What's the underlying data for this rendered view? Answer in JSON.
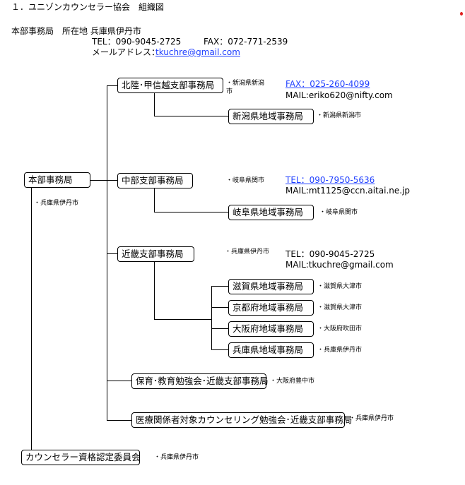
{
  "title": "１．ユニゾンカウンセラー協会　組織図",
  "hq": {
    "line1": "本部事務局　所在地 兵庫県伊丹市",
    "tel": "TEL：090-9045-2725",
    "fax": "FAX：072-771-2539",
    "email_label": "メールアドレス：",
    "email": "tkuchre@gmail.com"
  },
  "nodes": {
    "honbu": {
      "label": "本部事務局",
      "loc": "・兵庫県伊丹市"
    },
    "hokuriku": {
      "label": "北陸･甲信越支部事務局",
      "loc_line1": "・新潟県新潟",
      "loc_line2": "市",
      "fax": "FAX：025-260-4099",
      "mail": "MAIL:eriko620@nifty.com"
    },
    "niigata": {
      "label": "新潟県地域事務局",
      "loc": "・新潟県新潟市"
    },
    "chubu": {
      "label": "中部支部事務局",
      "loc": "・岐阜県関市",
      "tel": "TEL：090-7950-5636",
      "mail": "MAIL:mt1125@ccn.aitai.ne.jp"
    },
    "gifu": {
      "label": "岐阜県地域事務局",
      "loc": "・岐阜県関市"
    },
    "kinki": {
      "label": "近畿支部事務局",
      "loc": "・兵庫県伊丹市",
      "tel": "TEL：090-9045-2725",
      "mail": "MAIL:tkuchre@gmail.com"
    },
    "shiga": {
      "label": "滋賀県地域事務局",
      "loc": "・滋賀県大津市"
    },
    "kyoto": {
      "label": "京都府地域事務局",
      "loc": "・滋賀県大津市"
    },
    "osaka": {
      "label": "大阪府地域事務局",
      "loc": "・大阪府吹田市"
    },
    "hyogo": {
      "label": "兵庫県地域事務局",
      "loc": "・兵庫県伊丹市"
    },
    "hoiku": {
      "label": "保育･教育勉強会･近畿支部事務局",
      "loc": "・大阪府豊中市"
    },
    "iryo": {
      "label": "医療関係者対象カウンセリング勉強会･近畿支部事務局",
      "loc": "・兵庫県伊丹市"
    },
    "committee": {
      "label": "カウンセラー資格認定委員会",
      "loc": "・兵庫県伊丹市"
    }
  }
}
